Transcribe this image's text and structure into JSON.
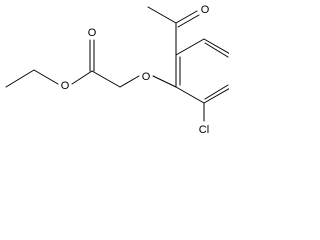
{
  "molecule": {
    "atoms": {
      "ketone_oxygen": "O",
      "ester_carbonyl_oxygen": "O",
      "ester_ether_oxygen": "O",
      "aryl_ether_oxygen": "O",
      "chlorine": "Cl"
    }
  }
}
